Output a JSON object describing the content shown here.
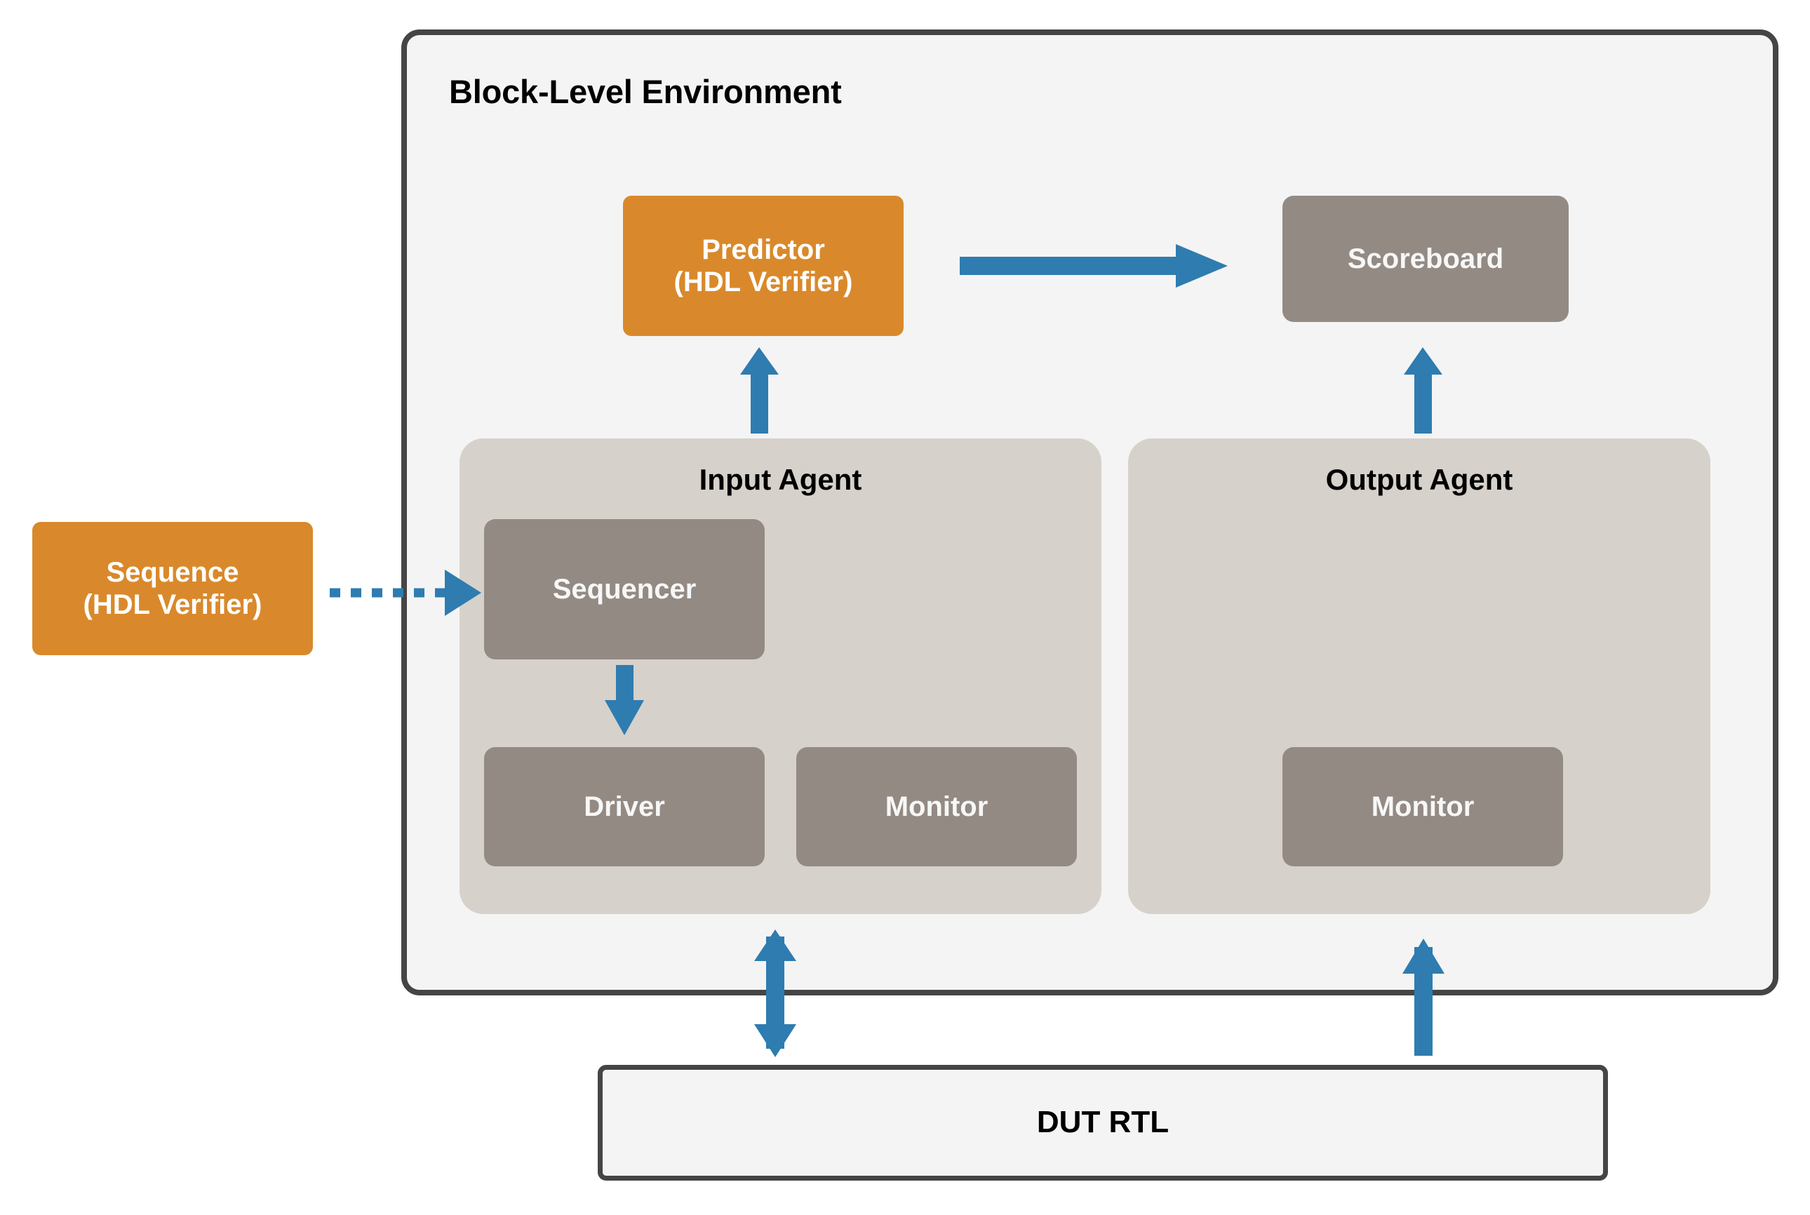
{
  "diagram": {
    "title": "Block-Level Environment",
    "background_color": "#ffffff",
    "accent_orange": "#d9892b",
    "accent_gray": "#938a84",
    "accent_blue": "#2e7cb0",
    "agent_fill": "#d6d1ca",
    "env_fill": "#f4f4f4",
    "env_border": "#454545"
  },
  "nodes": {
    "sequence": {
      "label": "Sequence\n(HDL Verifier)",
      "kind": "orange"
    },
    "predictor": {
      "label": "Predictor\n(HDL Verifier)",
      "kind": "orange"
    },
    "scoreboard": {
      "label": "Scoreboard",
      "kind": "gray"
    },
    "input_agent": {
      "label": "Input Agent",
      "kind": "container"
    },
    "output_agent": {
      "label": "Output Agent",
      "kind": "container"
    },
    "sequencer": {
      "label": "Sequencer",
      "kind": "gray"
    },
    "driver": {
      "label": "Driver",
      "kind": "gray"
    },
    "monitor_input": {
      "label": "Monitor",
      "kind": "gray"
    },
    "monitor_output": {
      "label": "Monitor",
      "kind": "gray"
    },
    "dut": {
      "label": "DUT RTL",
      "kind": "outline"
    }
  },
  "edges": [
    {
      "id": "sequence-to-sequencer",
      "from": "sequence",
      "to": "sequencer",
      "style": "dotted",
      "heads": "single"
    },
    {
      "id": "predictor-to-scoreboard",
      "from": "predictor",
      "to": "scoreboard",
      "style": "solid",
      "heads": "single"
    },
    {
      "id": "input-agent-to-predictor",
      "from": "input_agent",
      "to": "predictor",
      "style": "solid",
      "heads": "single"
    },
    {
      "id": "output-agent-to-scoreboard",
      "from": "output_agent",
      "to": "scoreboard",
      "style": "solid",
      "heads": "single"
    },
    {
      "id": "sequencer-to-driver",
      "from": "sequencer",
      "to": "driver",
      "style": "solid",
      "heads": "single"
    },
    {
      "id": "input-agent-to-dut",
      "from": "input_agent",
      "to": "dut",
      "style": "solid",
      "heads": "double"
    },
    {
      "id": "dut-to-output-agent",
      "from": "dut",
      "to": "output_agent",
      "style": "solid",
      "heads": "single"
    }
  ]
}
